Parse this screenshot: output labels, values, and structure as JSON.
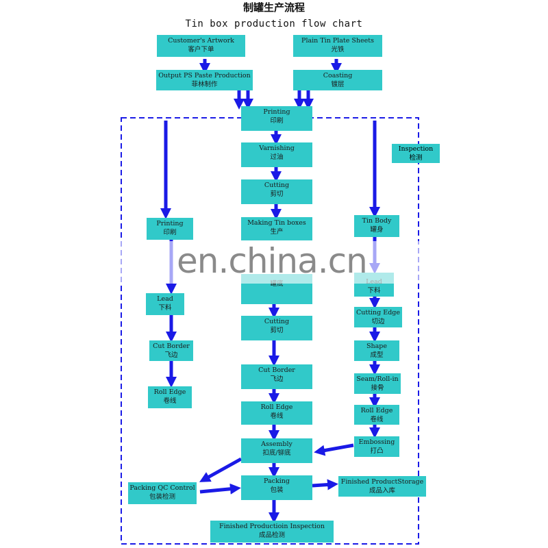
{
  "title_cn": "制罐生产流程",
  "title_en": "Tin box production flow chart",
  "watermark": "en.china.cn",
  "colors": {
    "box": "#31c9c9",
    "arrow": "#1a1ae6",
    "frame": "#1a1ae6"
  },
  "nodes": {
    "customers_artwork": {
      "en": "Customer's Artwork",
      "cn": "客户下单"
    },
    "output_ps": {
      "en": "Output PS Paste Production",
      "cn": "菲林制作"
    },
    "plain_tin": {
      "en": "Plain Tin Plate Sheets",
      "cn": "光铁"
    },
    "coasting": {
      "en": "Coasting",
      "cn": "镀层"
    },
    "printing_main": {
      "en": "Printing",
      "cn": "印刷"
    },
    "varnishing": {
      "en": "Varnishing",
      "cn": "过油"
    },
    "cutting_1": {
      "en": "Cutting",
      "cn": "剪切"
    },
    "making_tin_boxes": {
      "en": "Making Tin boxes",
      "cn": "生产",
      "cn2": "罐底"
    },
    "cutting_2": {
      "en": "Cutting",
      "cn": "剪切"
    },
    "cut_border_mid": {
      "en": "Cut Border",
      "cn": "飞边"
    },
    "roll_edge_mid": {
      "en": "Roll Edge",
      "cn": "卷线"
    },
    "assembly": {
      "en": "Assembly",
      "cn": "扣底/铆底"
    },
    "packing": {
      "en": "Packing",
      "cn": "包装"
    },
    "finished_inspection": {
      "en": "Finished Productioin Inspection",
      "cn": "成品检测"
    },
    "printing_left": {
      "en": "Printing",
      "cn": "印刷"
    },
    "lead_left": {
      "en": "Lead",
      "cn": "下料"
    },
    "cut_border_left": {
      "en": "Cut Border",
      "cn": "飞边"
    },
    "roll_edge_left": {
      "en": "Roll Edge",
      "cn": "卷线"
    },
    "packing_qc": {
      "en": "Packing QC Control",
      "cn": "包装检测"
    },
    "tin_body": {
      "en": "Tin Body",
      "cn": "罐身"
    },
    "lead_right": {
      "en": "Lead",
      "cn": "下料"
    },
    "cutting_edge": {
      "en": "Cutting Edge",
      "cn": "切边"
    },
    "shape": {
      "en": "Shape",
      "cn": "成型"
    },
    "seam_roll": {
      "en": "Seam/Roll-in",
      "cn": "接骨"
    },
    "roll_edge_right": {
      "en": "Roll Edge",
      "cn": "卷线"
    },
    "embossing": {
      "en": "Embossing",
      "cn": "打凸"
    },
    "finished_storage": {
      "en": "Finished ProductStorage",
      "cn": "成品入库"
    },
    "inspection": {
      "en": "Inspection",
      "cn": "检测"
    }
  }
}
